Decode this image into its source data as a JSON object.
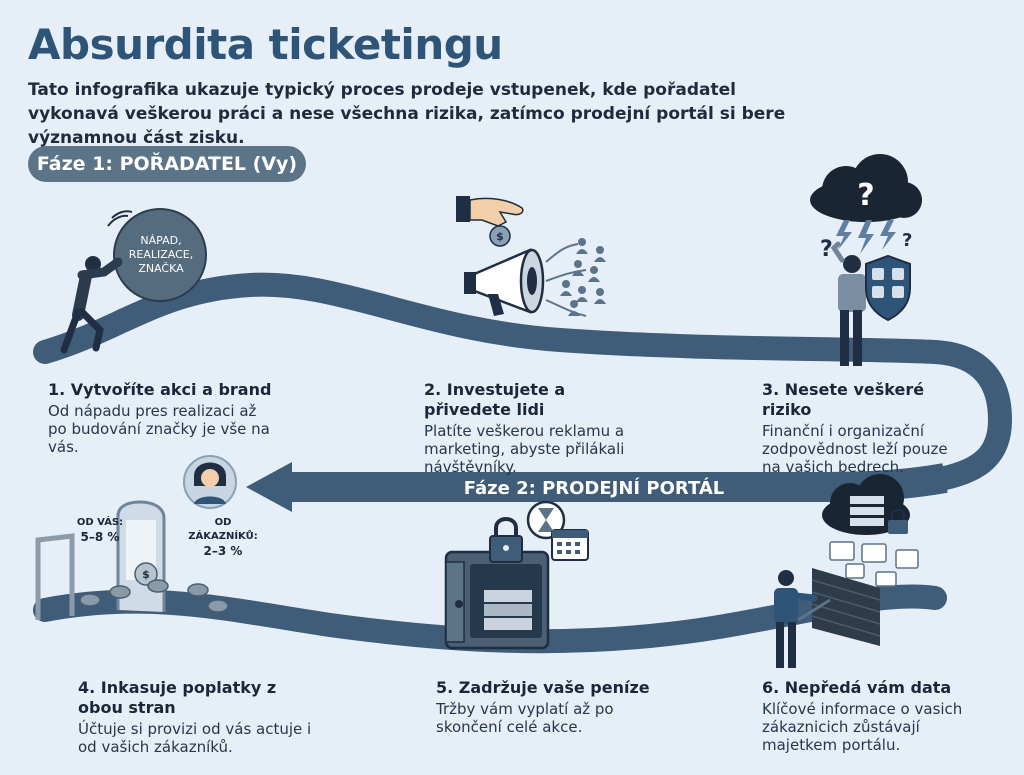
{
  "title": "Absurdita ticketingu",
  "intro": "Tato infografika ukazuje typický proces prodeje vstupenek, kde pořadatel vykonavá veškerou práci a nese všechna rizika, zatímco prodejní portál si bere významnou část zisku.",
  "phase1_label": "Fáze 1: POŘADATEL (Vy)",
  "phase2_label": "Fáze 2: PRODEJNÍ PORTÁL",
  "boulder_text": "NÁPAD, REALIZACE, ZNAČKA",
  "steps": [
    {
      "title": "1. Vytvoříte akci a brand",
      "text": "Od nápadu pres realizaci až po budování značky je vše na vás."
    },
    {
      "title": "2. Investujete a přivedete lidi",
      "text": "Platíte veškerou reklamu a marketing, abyste přilákali návštěvníky."
    },
    {
      "title": "3. Nesete veškeré riziko",
      "text": "Finanční i organizační zodpovědnost leží pouze na vašich bedrech."
    },
    {
      "title": "4. Inkasuje poplatky z obou stran",
      "text": "Účtuje si provizi od vás actuje i od vašich zákazníků."
    },
    {
      "title": "5. Zadržuje vaše peníze",
      "text": "Tržby vám vyplatí až po skončení celé akce."
    },
    {
      "title": "6. Nepředá vám data",
      "text": "Klíčové informace o vasich zákaznicich zůstávají majetkem portálu."
    }
  ],
  "fees": {
    "from_you_label": "OD VÁS:",
    "from_you_value": "5–8 %",
    "from_customers_label": "OD ZÁKAZNÍKŮ:",
    "from_customers_value": "2–3 %"
  },
  "colors": {
    "road": "#3f5d78",
    "accent": "#2e5577",
    "background": "#e6eef7",
    "pill": "#5c7488"
  },
  "icons": [
    "person-pushing-boulder-icon",
    "hand-coin-icon",
    "megaphone-icon",
    "audience-icon",
    "storm-cloud-icon",
    "worried-person-icon",
    "shield-icon",
    "woman-avatar-icon",
    "gate-icon",
    "coin-icon",
    "safe-icon",
    "padlock-icon",
    "hourglass-icon",
    "calendar-icon",
    "cloud-server-icon",
    "brick-wall-icon",
    "man-icon"
  ]
}
